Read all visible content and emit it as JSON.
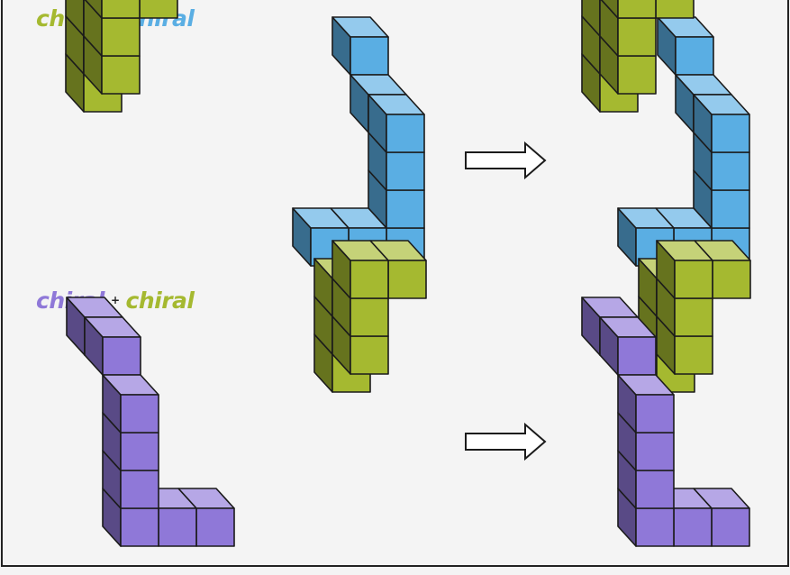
{
  "colors": {
    "green": "#a5b930",
    "blue": "#5aaee3",
    "purple": "#8f78d8",
    "background": "#f4f4f4",
    "outline": "#1b1b1b"
  },
  "rows": [
    {
      "left_word": "chiral",
      "left_color": "green",
      "plus": "+",
      "right_word": "chiral",
      "right_color": "blue"
    },
    {
      "left_word": "chiral",
      "left_color": "purple",
      "plus": "+",
      "right_word": "chiral",
      "right_color": "green"
    }
  ],
  "arrows": [
    "right-arrow",
    "right-arrow"
  ]
}
